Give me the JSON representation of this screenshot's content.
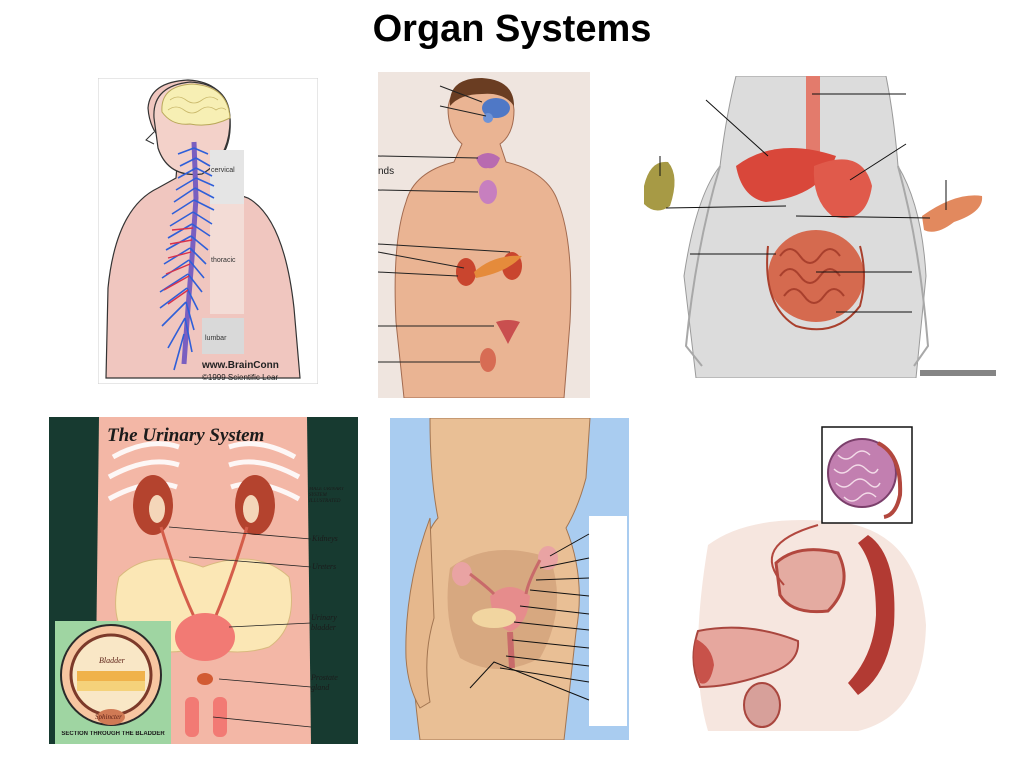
{
  "slide": {
    "title": "Organ Systems"
  },
  "nervous": {
    "regions": [
      "cervical",
      "thoracic",
      "lumbar"
    ],
    "credit_site": "www.BrainConn",
    "credit_copy": "©1999 Scientific Lear"
  },
  "endocrine": {
    "partial_label": "nds"
  },
  "urinary": {
    "heading": "The Urinary System",
    "side_note": "MALE URINARY SYSTEM ILLUSTRATED",
    "labels": [
      "Kidneys",
      "Ureters",
      "Urinary bladder",
      "Prostate gland"
    ],
    "inset_labels": [
      "Bladder",
      "Sphincter"
    ],
    "inset_caption": "SECTION THROUGH THE BLADDER"
  },
  "colors": {
    "background": "#ffffff",
    "skin": "#e9b8a4",
    "organ_red": "#d9473a",
    "urinary_bg": "#173a30",
    "urinary_body": "#f3b7a6",
    "female_bg": "#a9ccf0"
  }
}
